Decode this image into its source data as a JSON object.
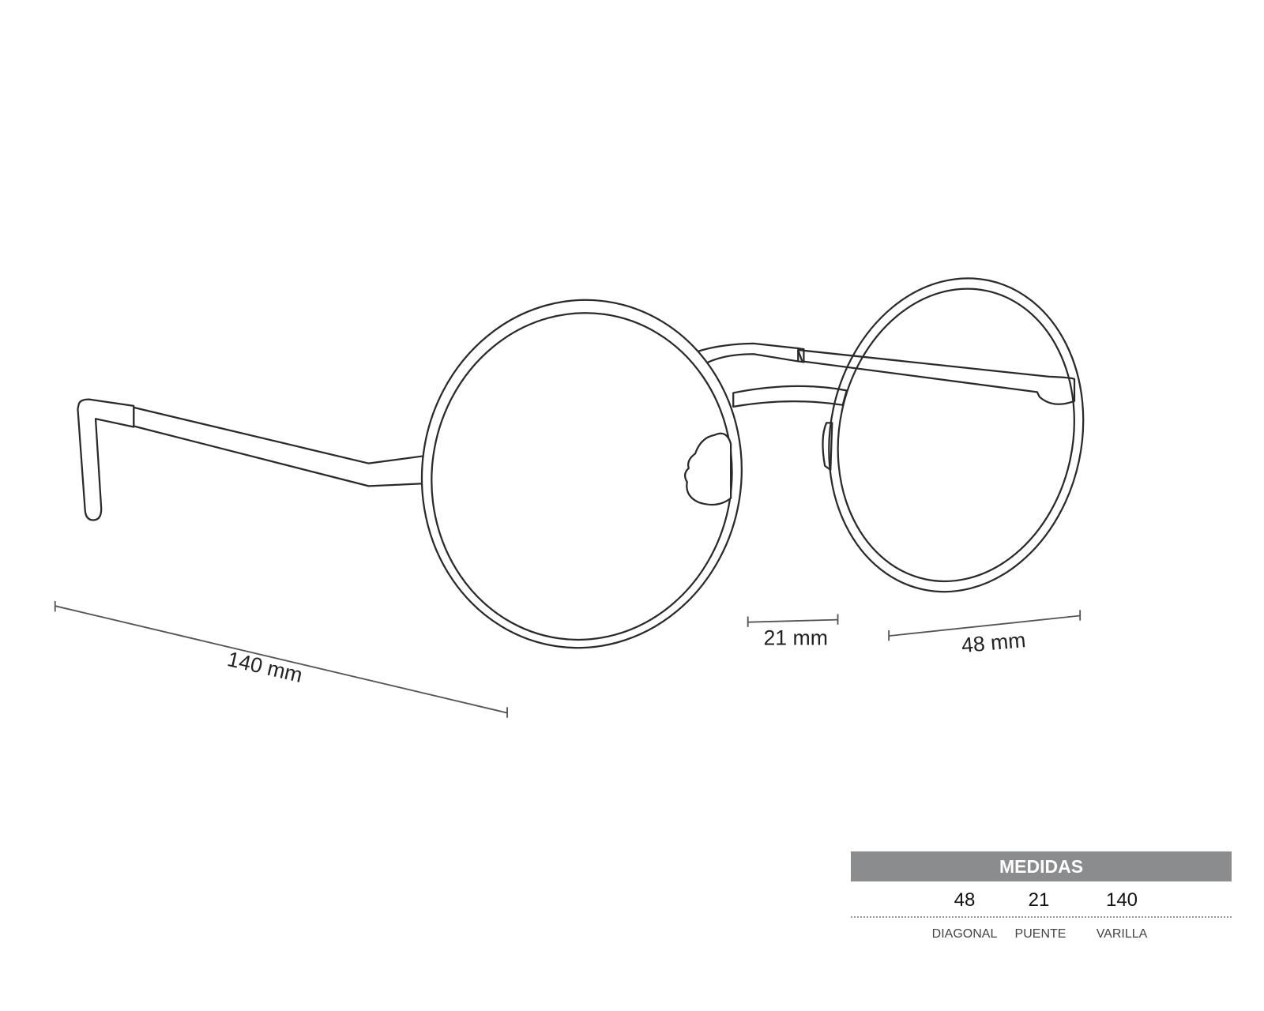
{
  "dimensions": {
    "temple_label": "140 mm",
    "bridge_label": "21 mm",
    "lens_label": "48 mm"
  },
  "table": {
    "title": "MEDIDAS",
    "values": [
      "48",
      "21",
      "140"
    ],
    "labels": [
      "DIAGONAL",
      "PUENTE",
      "VARILLA"
    ]
  },
  "colors": {
    "header_bg": "#8a8c8e",
    "line": "#2a2a2a"
  }
}
